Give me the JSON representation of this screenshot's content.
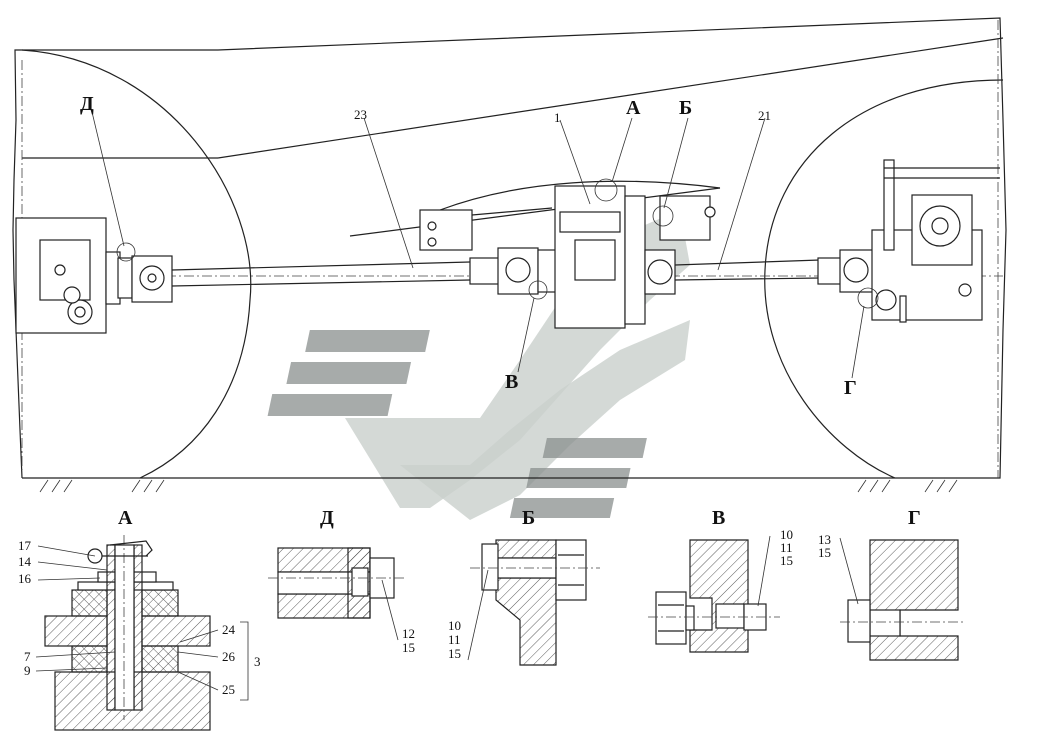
{
  "main_view": {
    "callouts": {
      "D": "Д",
      "A": "А",
      "B": "Б",
      "V": "В",
      "G": "Г",
      "p23": "23",
      "p1": "1",
      "p21": "21"
    }
  },
  "details": {
    "A": {
      "title": "А",
      "labels": [
        "17",
        "14",
        "16",
        "7",
        "9",
        "24",
        "26",
        "25",
        "3"
      ]
    },
    "D": {
      "title": "Д",
      "labels": [
        "12",
        "15"
      ]
    },
    "B": {
      "title": "Б",
      "labels": [
        "10",
        "11",
        "15"
      ]
    },
    "V": {
      "title": "В",
      "labels": [
        "10",
        "11",
        "15"
      ]
    },
    "G": {
      "title": "Г",
      "labels": [
        "13",
        "15"
      ]
    }
  }
}
